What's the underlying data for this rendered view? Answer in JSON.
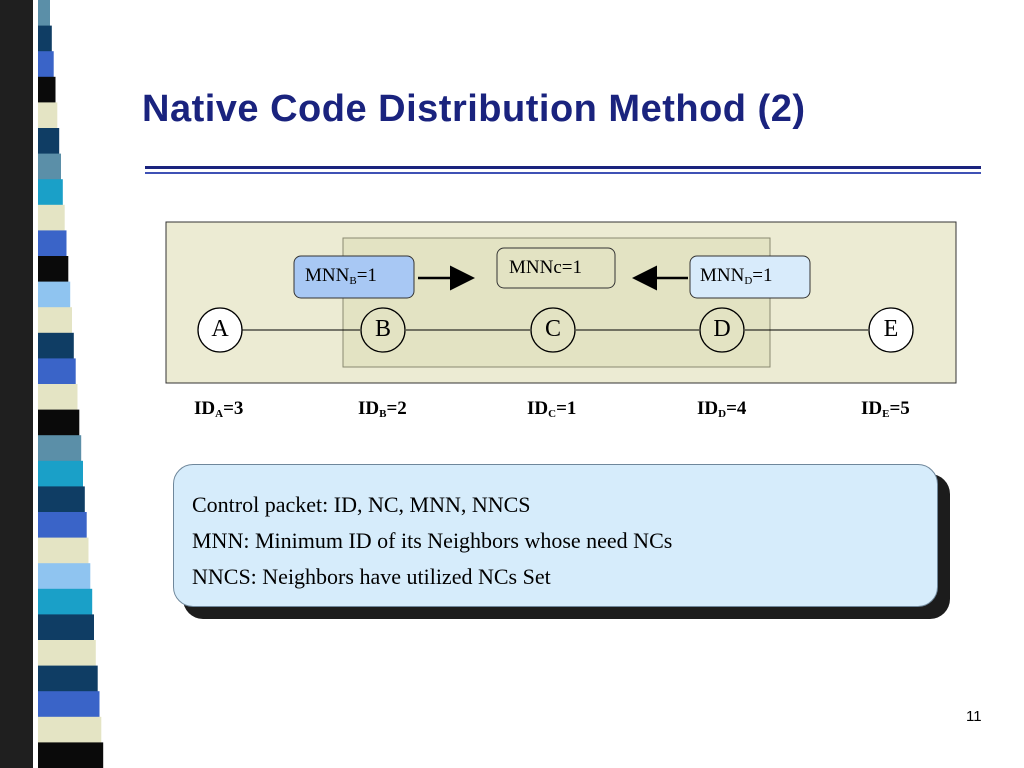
{
  "slide": {
    "title": "Native Code Distribution Method (2)",
    "page_number": "11"
  },
  "diagram": {
    "nodes": [
      "A",
      "B",
      "C",
      "D",
      "E"
    ],
    "mnn_boxes": [
      {
        "base": "MNN",
        "sub": "B",
        "suffix": "=1"
      },
      {
        "text": "MNNc=1"
      },
      {
        "base": "MNN",
        "sub": "D",
        "suffix": "=1"
      }
    ],
    "ids": [
      {
        "base": "ID",
        "sub": "A",
        "suffix": "=3"
      },
      {
        "base": "ID",
        "sub": "B",
        "suffix": "=2"
      },
      {
        "base": "ID",
        "sub": "C",
        "suffix": "=1"
      },
      {
        "base": "ID",
        "sub": "D",
        "suffix": "=4"
      },
      {
        "base": "ID",
        "sub": "E",
        "suffix": "=5"
      }
    ]
  },
  "info": {
    "lines": [
      "Control packet: ID, NC, MNN, NNCS",
      "MNN: Minimum ID of its Neighbors whose need NCs",
      "NNCS: Neighbors have utilized NCs Set"
    ]
  },
  "colors": {
    "title": "#1a237e",
    "outer_panel": "#ecebd3",
    "inner_panel": "#e3e3c3",
    "mnn_b_box": "#a8c8f4",
    "mnn_c_box": "#e3e3c3",
    "mnn_d_box": "#d8ebfb",
    "info_box": "#d6ecfb"
  }
}
